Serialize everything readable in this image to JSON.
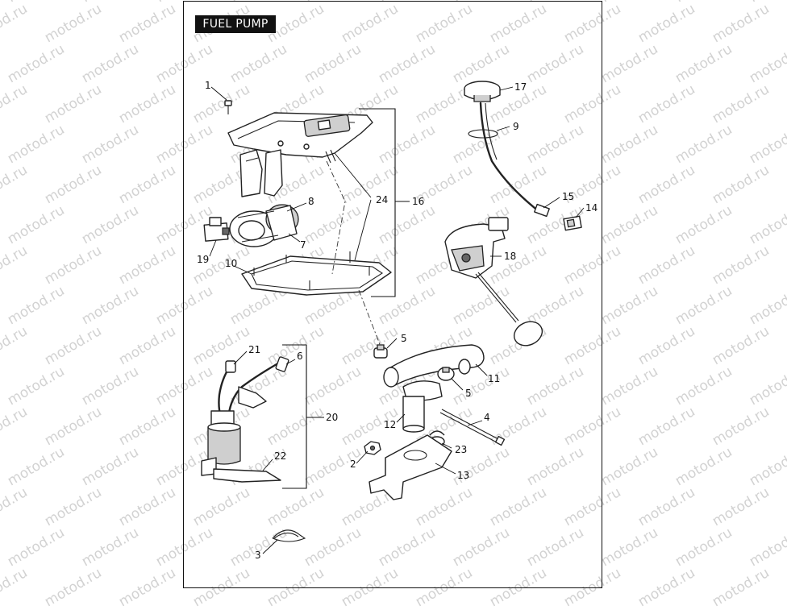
{
  "title": "FUEL PUMP",
  "watermark": "motod.ru",
  "callouts": [
    {
      "id": "c1",
      "label": "1"
    },
    {
      "id": "c2",
      "label": "2"
    },
    {
      "id": "c3",
      "label": "3"
    },
    {
      "id": "c4",
      "label": "4"
    },
    {
      "id": "c5a",
      "label": "5"
    },
    {
      "id": "c5b",
      "label": "5"
    },
    {
      "id": "c6",
      "label": "6"
    },
    {
      "id": "c7",
      "label": "7"
    },
    {
      "id": "c8",
      "label": "8"
    },
    {
      "id": "c9",
      "label": "9"
    },
    {
      "id": "c10",
      "label": "10"
    },
    {
      "id": "c11",
      "label": "11"
    },
    {
      "id": "c12",
      "label": "12"
    },
    {
      "id": "c13",
      "label": "13"
    },
    {
      "id": "c14",
      "label": "14"
    },
    {
      "id": "c15",
      "label": "15"
    },
    {
      "id": "c16",
      "label": "16"
    },
    {
      "id": "c17",
      "label": "17"
    },
    {
      "id": "c18",
      "label": "18"
    },
    {
      "id": "c19",
      "label": "19"
    },
    {
      "id": "c20",
      "label": "20"
    },
    {
      "id": "c21",
      "label": "21"
    },
    {
      "id": "c22",
      "label": "22"
    },
    {
      "id": "c23",
      "label": "23"
    },
    {
      "id": "c24",
      "label": "24"
    }
  ],
  "colors": {
    "line": "#222222",
    "watermark": "#d2d2d2",
    "title_bg": "#111111",
    "title_fg": "#ffffff"
  }
}
